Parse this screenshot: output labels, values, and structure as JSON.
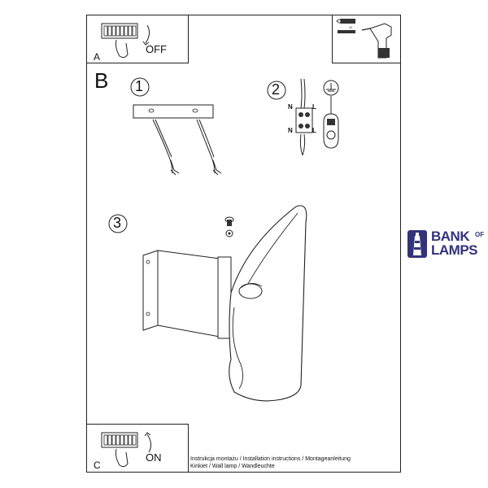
{
  "panel_a": {
    "letter": "A",
    "action": "OFF"
  },
  "panel_b": {
    "letter": "B"
  },
  "panel_c": {
    "letter": "C",
    "action": "ON"
  },
  "steps": {
    "step1": "1",
    "step2": "2",
    "step3": "3"
  },
  "wiring": {
    "n_top": "N",
    "l_top": "L",
    "n_bottom": "N",
    "l_bottom": "L"
  },
  "caption": {
    "line1": "Instrukcja montażu / Installation instructions / Montageanleitung",
    "line2": "Kinkiet  / Wall lamp / Wandleuchte"
  },
  "logo": {
    "bank": "BANK",
    "of": "OF",
    "lamps": "LAMPS",
    "color": "#33337a"
  },
  "tools": {
    "wall_plug_icon": "wall-plug-icon",
    "drill_icon": "drill-icon"
  }
}
